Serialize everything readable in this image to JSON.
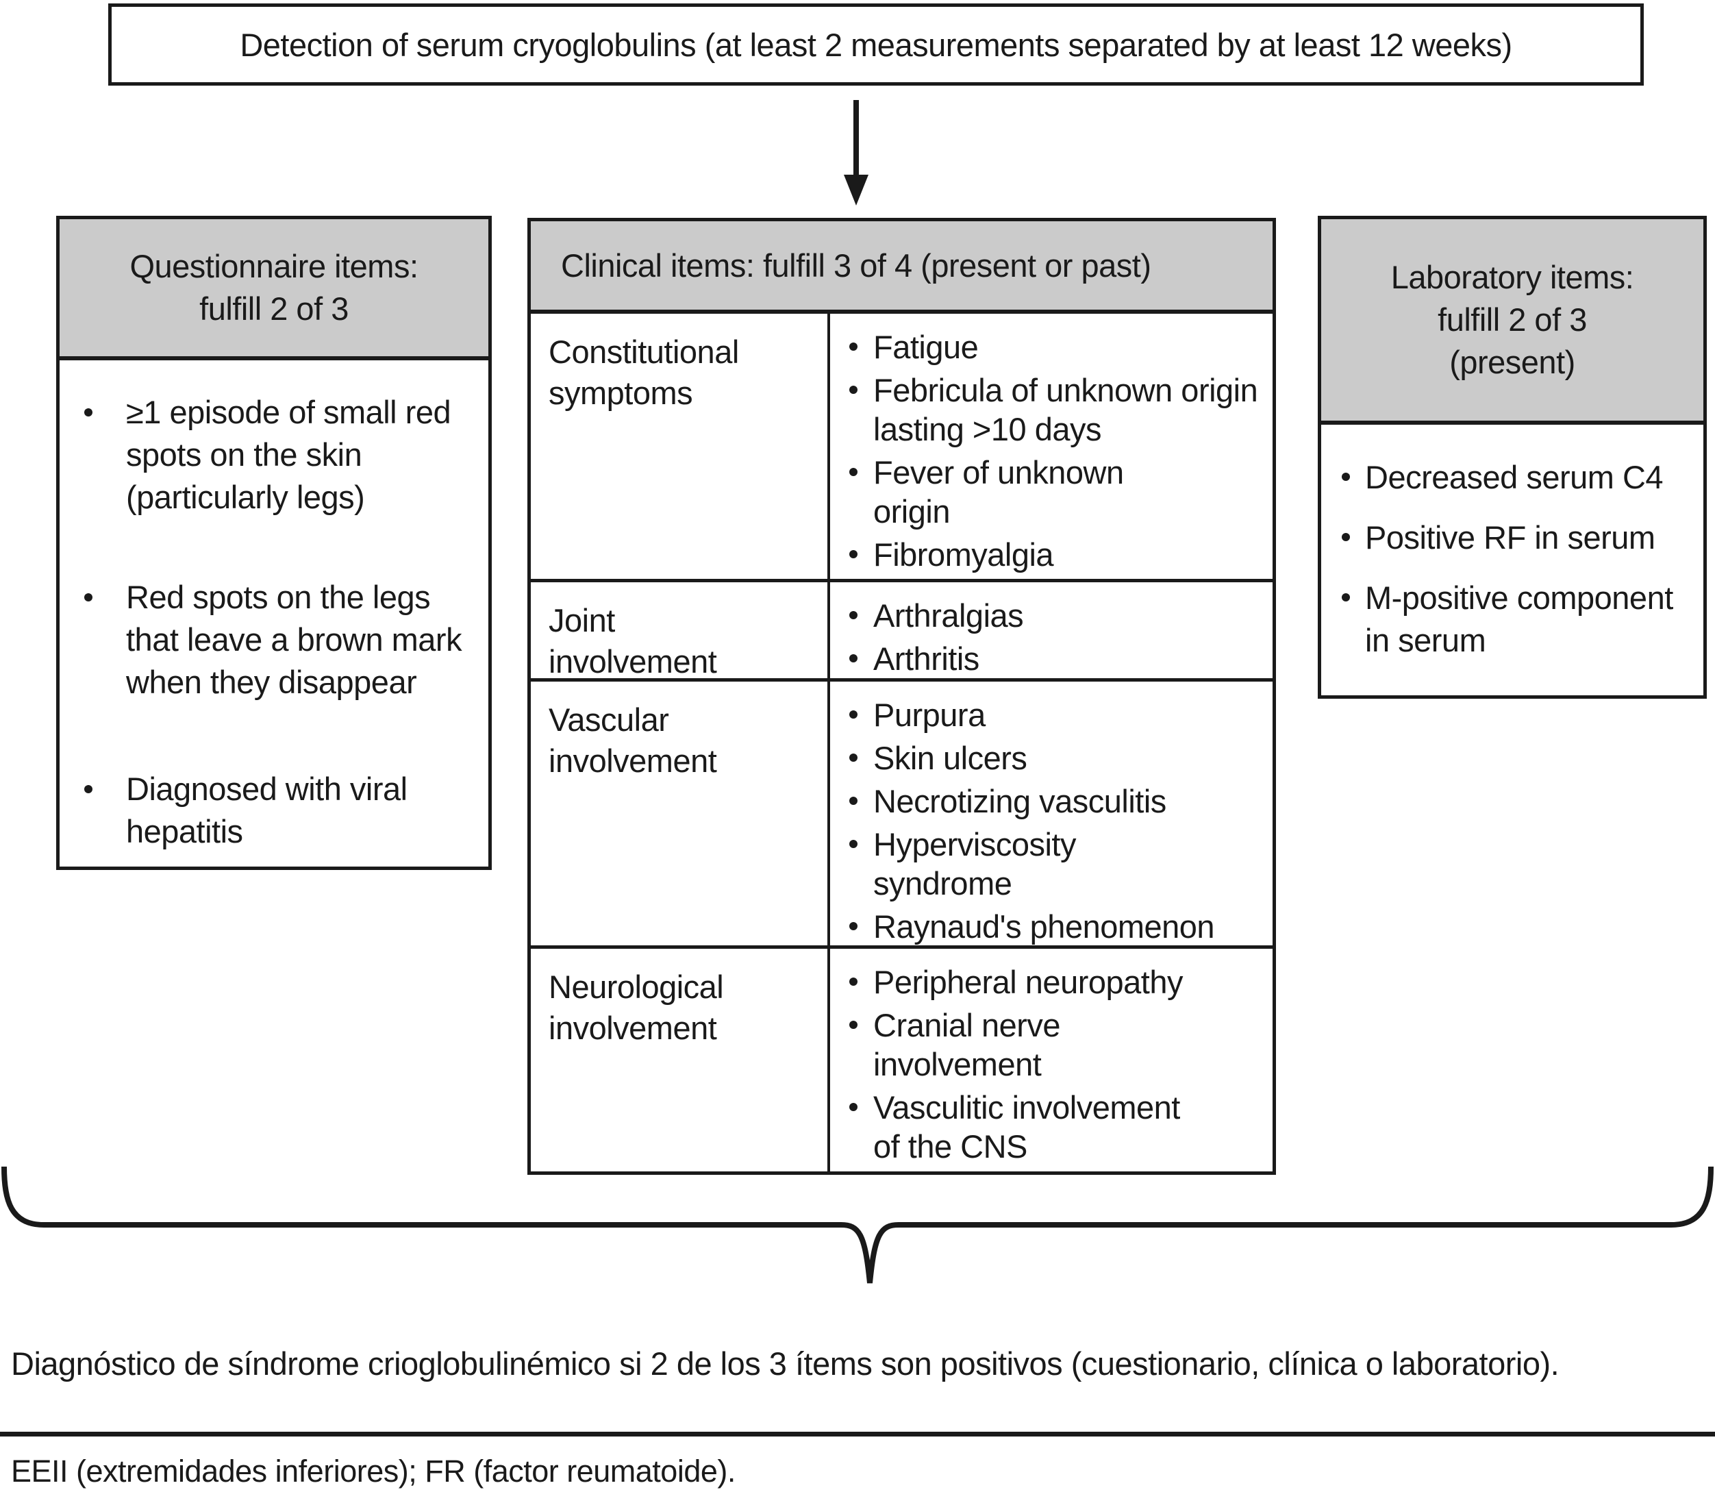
{
  "top_box": {
    "text": "Detection of serum cryoglobulins (at least 2 measurements separated by at least 12 weeks)"
  },
  "questionnaire": {
    "header_lines": [
      "Questionnaire items:",
      "fulfill 2 of 3"
    ],
    "items": [
      "≥1 episode of small red\nspots on the skin\n(particularly legs)",
      "Red spots on the legs\nthat leave a brown mark\nwhen they disappear",
      "Diagnosed with viral\nhepatitis"
    ]
  },
  "clinical": {
    "header": "Clinical items: fulfill 3 of 4 (present or past)",
    "rows": [
      {
        "label": "Constitutional\nsymptoms",
        "items": [
          "Fatigue",
          "Febricula of unknown origin\nlasting >10 days",
          "Fever of unknown\norigin",
          "Fibromyalgia"
        ]
      },
      {
        "label": "Joint\ninvolvement",
        "items": [
          "Arthralgias",
          "Arthritis"
        ]
      },
      {
        "label": "Vascular\ninvolvement",
        "items": [
          "Purpura",
          "Skin ulcers",
          "Necrotizing vasculitis",
          "Hyperviscosity\nsyndrome",
          "Raynaud's phenomenon"
        ]
      },
      {
        "label": "Neurological\ninvolvement",
        "items": [
          "Peripheral neuropathy",
          "Cranial nerve\ninvolvement",
          "Vasculitic involvement\nof the CNS"
        ]
      }
    ]
  },
  "laboratory": {
    "header_lines": [
      "Laboratory items:",
      "fulfill 2 of 3",
      "(present)"
    ],
    "items": [
      "Decreased serum C4",
      "Positive RF in serum",
      "M-positive component\nin serum"
    ]
  },
  "diagnosis_note": "Diagnóstico de síndrome crioglobulinémico si 2 de los 3 ítems son positivos (cuestionario, clínica o laboratorio).",
  "footnote": "EEII (extremidades inferiores); FR (factor reumatoide).",
  "colors": {
    "header_bg": "#cbcbcb",
    "line": "#1a1a1a",
    "background": "#ffffff"
  }
}
